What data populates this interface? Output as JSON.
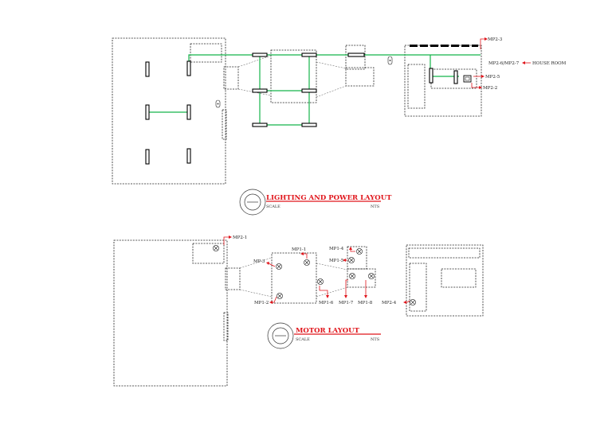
{
  "lighting_layout": {
    "title": "LIGHTING AND POWER LAYOUT",
    "scale_label": "SCALE",
    "scale_value": "NTS",
    "labels": {
      "mp2_3": "MP2-3",
      "mp2_6_7": "MP2-6/MP2-7",
      "house_room": "HOUSE ROOM",
      "mp2_5": "MP2-5",
      "mp2_2": "MP2-2"
    }
  },
  "motor_layout": {
    "title": "MOTOR LAYOUT",
    "scale_label": "SCALE",
    "scale_value": "NTS",
    "labels": {
      "mp2_1": "MP2-1",
      "mp1_1": "MP1-1",
      "mp1_4": "MP1-4",
      "mp3": "MP-3",
      "mp1_5": "MP1-5",
      "mp1_2": "MP1-2",
      "mp1_6": "MP1-6",
      "mp1_7": "MP1-7",
      "mp1_8": "MP1-8",
      "mp2_4": "MP2-4"
    }
  },
  "colors": {
    "wire": "#15b34a",
    "annotation": "#e0151b",
    "outline": "#222222"
  }
}
